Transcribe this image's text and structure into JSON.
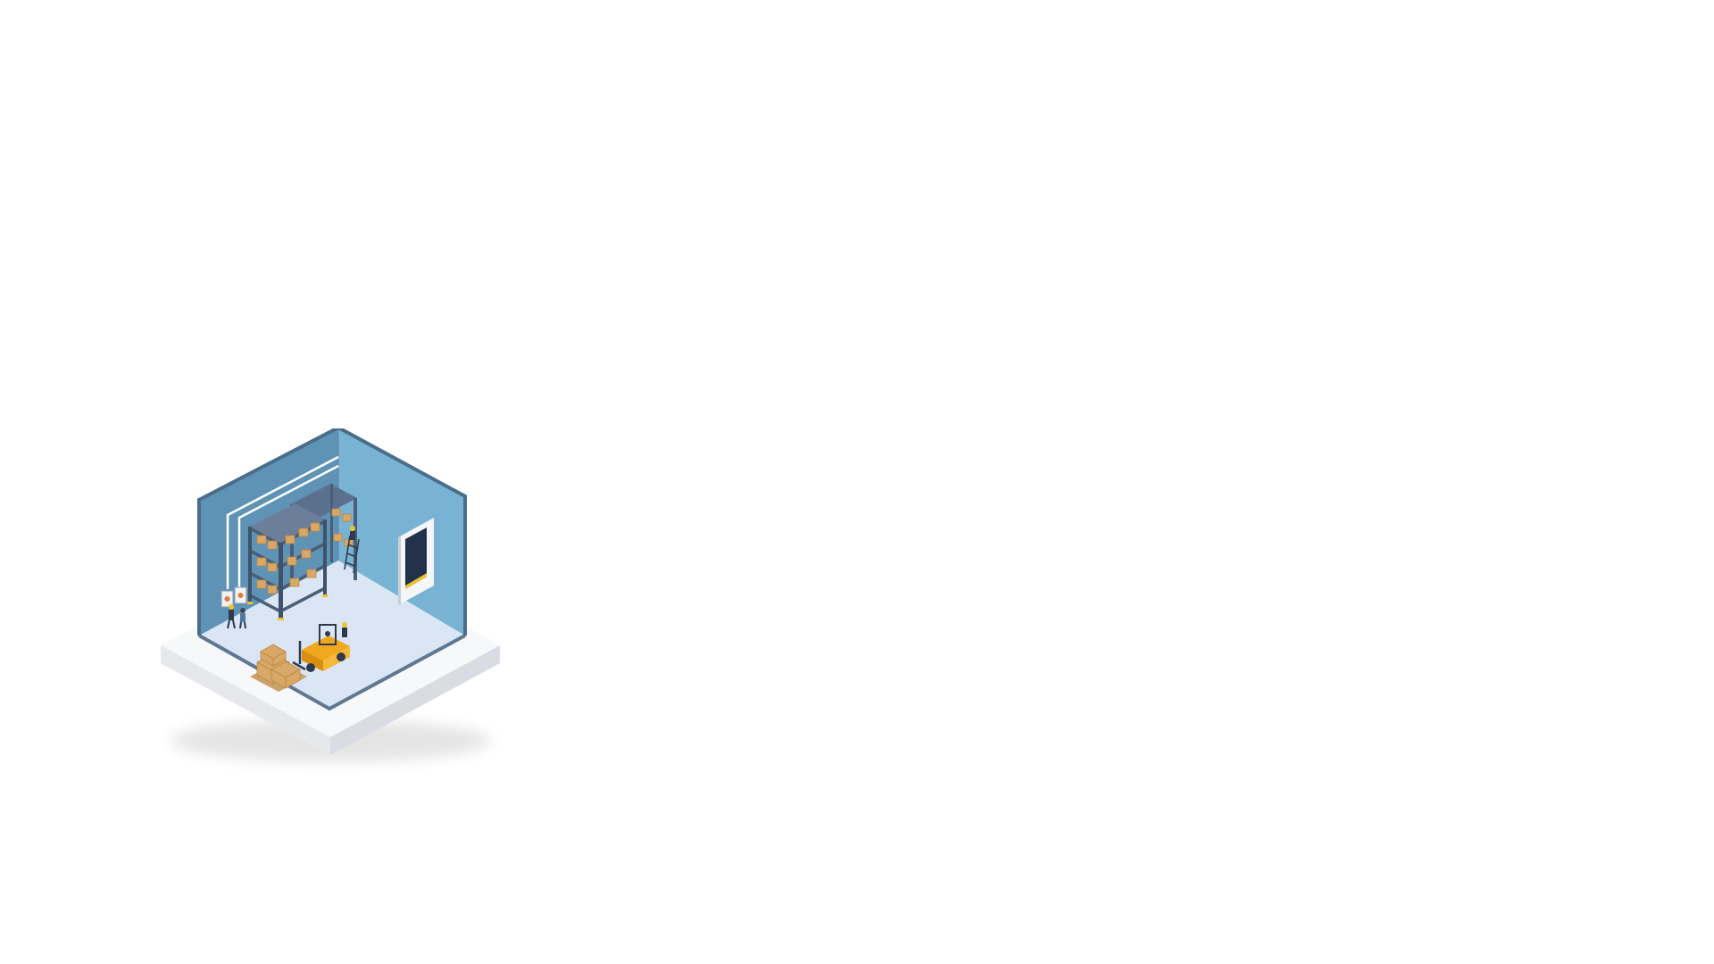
{
  "scene": {
    "subject": "isometric-warehouse-room",
    "colors": {
      "background": "#ffffff",
      "platform_top": "#f7f8fa",
      "platform_side_left": "#e6e8ec",
      "platform_side_right": "#d9dce2",
      "wall_left": "#5f93b6",
      "wall_right": "#79b3d4",
      "wall_edge": "#4a6d8a",
      "floor": "#dbe6f4",
      "shelf_frame": "#4a5e78",
      "box": "#d9a867",
      "box_dark": "#b98646",
      "forklift": "#f0a81e",
      "door_frame": "#f4f6f8",
      "door_panel": "#22324d",
      "door_stripe": "#f2c12e",
      "pipe": "#ffffff"
    },
    "icons": [
      "warehouse-room",
      "shelving-rack",
      "forklift",
      "loading-dock-door",
      "cardboard-boxes",
      "worker-figure",
      "ladder",
      "electrical-panel"
    ]
  }
}
